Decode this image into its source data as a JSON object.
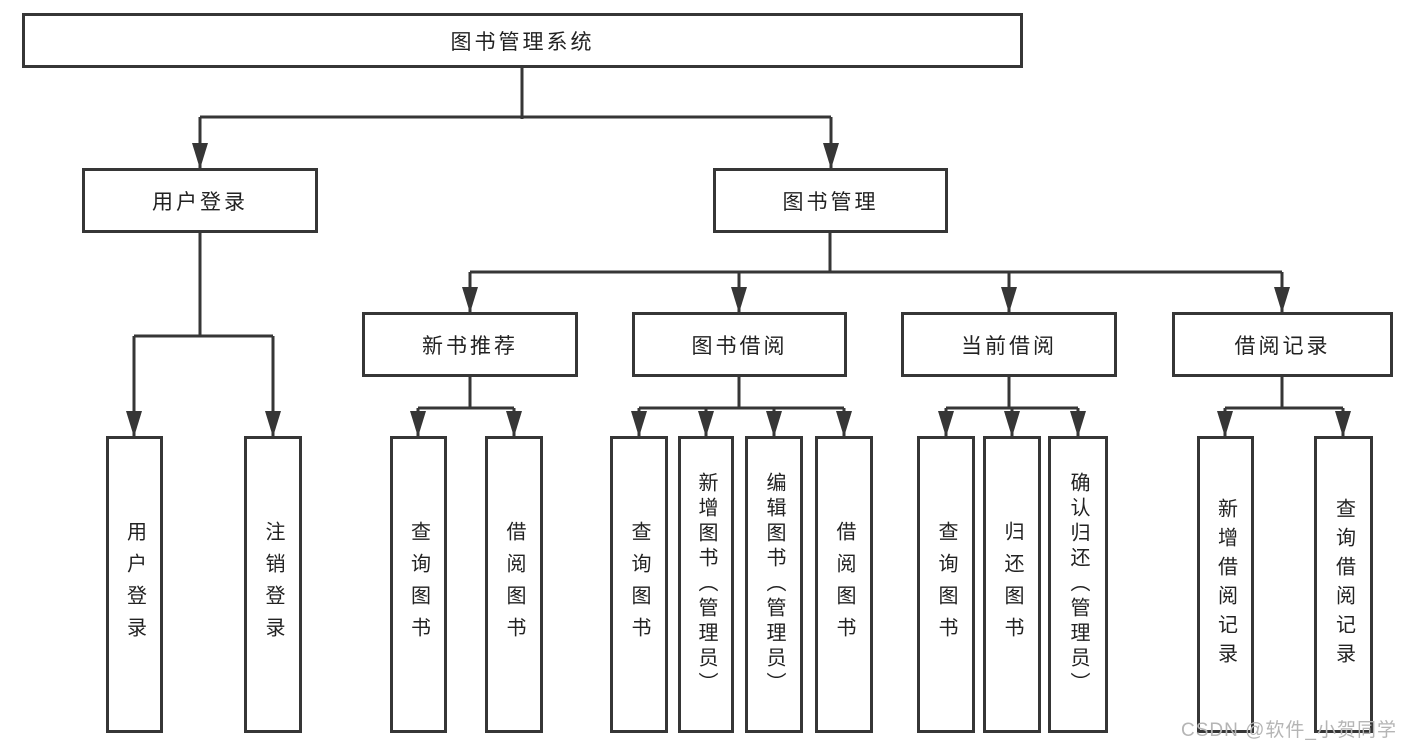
{
  "diagram": {
    "root": {
      "label": "图书管理系统"
    },
    "level1": [
      {
        "label": "用户登录"
      },
      {
        "label": "图书管理"
      }
    ],
    "level2": [
      {
        "label": "新书推荐"
      },
      {
        "label": "图书借阅"
      },
      {
        "label": "当前借阅"
      },
      {
        "label": "借阅记录"
      }
    ],
    "leaves": {
      "user_login": [
        "用户登录",
        "注销登录"
      ],
      "new_book": [
        "查询图书",
        "借阅图书"
      ],
      "book_borrow": [
        "查询图书",
        "新增图书（管理员）",
        "编辑图书（管理员）",
        "借阅图书"
      ],
      "current_borrow": [
        "查询图书",
        "归还图书",
        "确认归还（管理员）"
      ],
      "records": [
        "新增借阅记录",
        "查询借阅记录"
      ]
    },
    "colors": {
      "line": "#363636",
      "text": "#222222",
      "watermark": "#b5b5b5",
      "background": "#ffffff"
    }
  },
  "watermark": {
    "text": "CSDN @软件_小贺同学"
  }
}
